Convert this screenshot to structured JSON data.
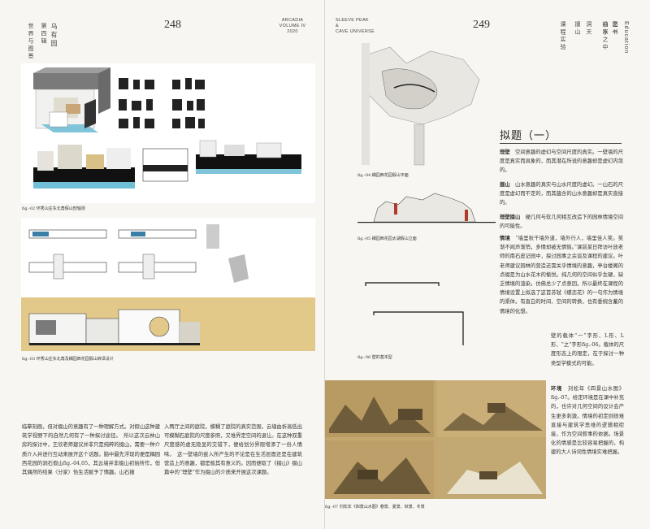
{
  "left_page": {
    "number": "248",
    "journal_line1": "ARCADIA",
    "journal_line2": "VOLUME IV",
    "journal_line3": "2020",
    "vertical_headers": [
      "乌 有 园",
      "第 四 辑",
      "世 界 与 图 景"
    ],
    "fig02_caption": "fig.-02 环秀山庄东北角假山剖轴测",
    "fig03_caption": "fig.-03 环秀山庄东北角及耦园西花园假山转译设计",
    "body_col1": "临摹刻画，但对掇山的意趣有了一种理解方式。对假山这种建筑学视野下的自然几何有了一种探讨途径。　所以这次云林山房的探讨中，王欣老师建议并非只是纯粹的掇山，需要一种介质介入并进行互动来展开这个话题。脑中最先浮现的便是耦园西花园的洞石假山fig.-04,05，其云墙并非掇山初始所作，但其偶然的结果〈分家〉恰生活赋予了情趣。山石撞",
    "body_col2": "入两厅之间的庭院，模糊了庭院的真实范围，云墙由折高低出可模糊石庭院的尺度参照，又堆界定空间的退让。在这种双重尺度感的虚无隐显的交错下，便给划分界限增添了一份人情味。　这一壁墙的嵌入所产生的不论是在生活层面还是在建筑营造上的意趣，都是极其有意义的。因而便取了《掇山》掇山篇中的“理壁”作为掇山的介质来开展这次课题。"
  },
  "right_page": {
    "number": "249",
    "journal_line1": "SLEEVE PEAK",
    "journal_line2": "&",
    "journal_line3": "CAVE UNIVERSE",
    "vertical_headers": [
      "袖 岑",
      "洞 天",
      "掇 山",
      "课 程 实 验"
    ],
    "vertical_headers2": [
      "图 书",
      "之 一",
      "山 水 之 中"
    ],
    "vertical_latin": "Education",
    "fig04_caption": "fig.-04 耦园西花园假山平面",
    "fig05_caption": "fig.-05 耦园西花园太湖假山立面",
    "fig06_caption": "fig.-06 壁的基本型",
    "fig07_caption": "fig.-07 刘松年《四景山水图》春景、夏景、秋景、冬景",
    "section_title": "拟题（一）",
    "terms": [
      {
        "term": "理壁",
        "text": "空间意趣的虚幻与空间尺度的真实。一壁墙的尺度是真实而具象的，而其潜在所说的意趣却是虚幻内敛的。"
      },
      {
        "term": "掇山",
        "text": "山水意趣的真实与山水尺度的虚幻。一山石的尺度是虚幻而不定的，而其蕴含的山水意趣却是真实直接的。"
      },
      {
        "term": "理壁掇山",
        "text": "硬几何与软几何相互改造下的园林情境空间的可能性。"
      },
      {
        "term": "情境",
        "text": "“墙里秋千墙外道，墙外行人，墙里佳人笑。笑渐不闻声渐悄，多情却被无情恼。”课前某日拜访叶放老师的南石皮记园中，探讨园事之余谈及课程的建议。叶老师建议园林的营造还需关乎情境的意趣，亭台楼阁的点缀是为山水花木的愉悦。纯几何的空间似乎生硬，缺乏情境的渲染。仿佛总少了点意因。所以最终在课程的情境设置上拟选了这首苏轼《蝶恋花》的一句作为情境的渠体。有直白的时间、空间的转换，也有委婉含蓄的情境的化想。"
      },
      {
        "term": "",
        "text": "壁的载体“一”字形、L形、L形、“之”字形fig.-06。载体的尺度形态上的限定，在于探讨一种类型学模式的可能。"
      },
      {
        "term": "环境",
        "text": "刘松年《四景山水图》fig.-07。给定环境是在课中补充的，也许对几何空间的设计会产生更多刺激。情境的初定则很难直接与建筑学思维的逻辑相衔接，作为空间叙事的依据。场景化的情感是比较容易把握的，构建的大人诗词性情境实难把握。"
      }
    ]
  }
}
